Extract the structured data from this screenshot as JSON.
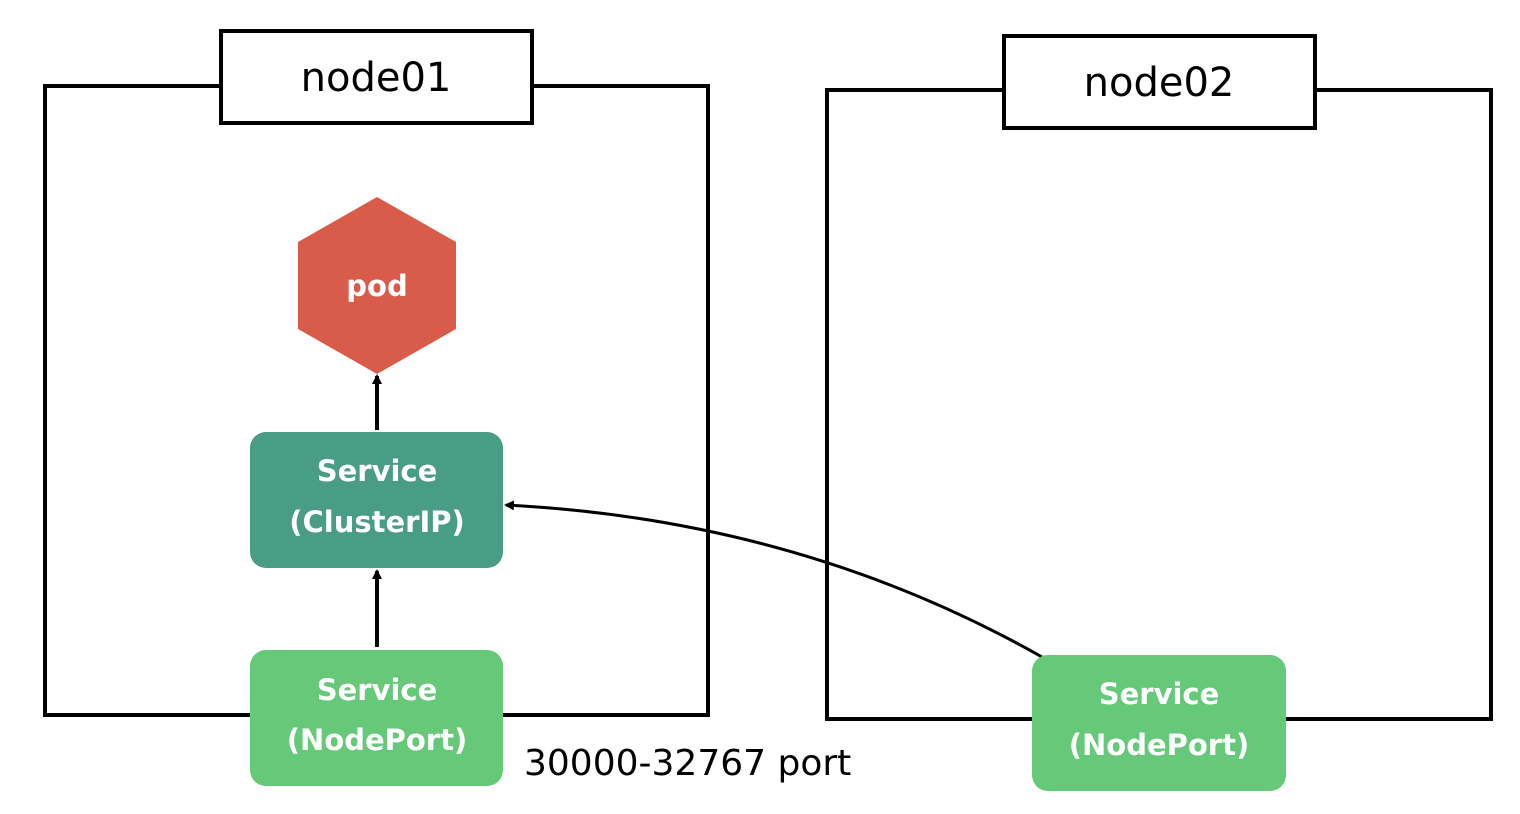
{
  "nodes": {
    "node01": {
      "label": "node01"
    },
    "node02": {
      "label": "node02"
    }
  },
  "pod": {
    "label": "pod",
    "color": "#D95B4A"
  },
  "services": {
    "clusterip": {
      "line1": "Service",
      "line2": "(ClusterIP)",
      "color": "#4A9D85"
    },
    "nodeport_node01": {
      "line1": "Service",
      "line2": "(NodePort)",
      "color": "#66C879"
    },
    "nodeport_node02": {
      "line1": "Service",
      "line2": "(NodePort)",
      "color": "#66C879"
    }
  },
  "port_range_label": "30000-32767 port"
}
